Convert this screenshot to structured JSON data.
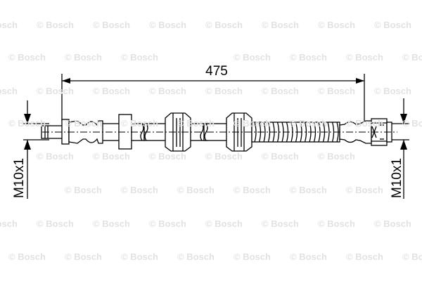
{
  "watermark": "© Bosch",
  "dimensions": {
    "length": "475",
    "left_thread": "M10x1",
    "right_thread": "M10x1"
  }
}
